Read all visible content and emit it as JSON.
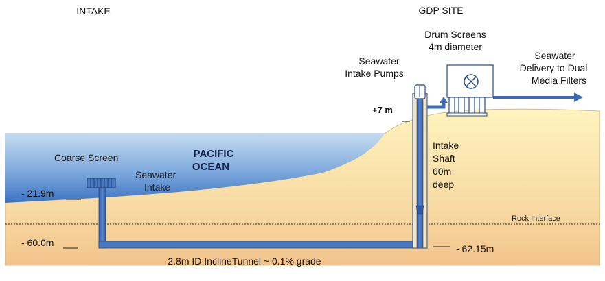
{
  "header": {
    "intake_title": "INTAKE",
    "site_title": "GDP SITE"
  },
  "ocean": {
    "name_line1": "PACIFIC",
    "name_line2": "OCEAN"
  },
  "intake": {
    "coarse_screen_label": "Coarse Screen",
    "seawater_intake_line1": "Seawater",
    "seawater_intake_line2": "Intake"
  },
  "pumps": {
    "label_line1": "Seawater",
    "label_line2": "Intake Pumps"
  },
  "drum_screens": {
    "label_line1": "Drum Screens",
    "label_line2": "4m diameter"
  },
  "delivery": {
    "label_line1": "Seawater",
    "label_line2": "Delivery to Dual",
    "label_line3": "Media Filters"
  },
  "shaft": {
    "label_line1": "Intake",
    "label_line2": "Shaft",
    "label_line3": "60m",
    "label_line4": "deep"
  },
  "elevations": {
    "plus7": "+7 m",
    "minus21_9": "- 21.9m",
    "minus60": "- 60.0m",
    "minus62_15": "- 62.15m"
  },
  "rock_interface": "Rock Interface",
  "tunnel_label": "2.8m ID InclineTunnel ~ 0.1% grade",
  "colors": {
    "ocean_top": "#b7d3ec",
    "ocean_bottom": "#3f78c4",
    "sand_top": "#fff2b8",
    "sand_bottom": "#f2c68e",
    "pipe": "#3d6ab5",
    "pipe_dark": "#2b4d8f"
  }
}
